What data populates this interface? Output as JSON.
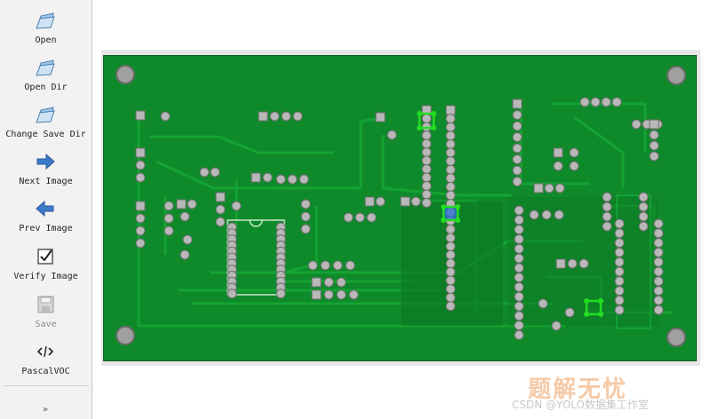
{
  "toolbar": {
    "items": [
      {
        "label": "Open",
        "icon": "open-folder-icon",
        "enabled": true
      },
      {
        "label": "Open Dir",
        "icon": "open-dir-icon",
        "enabled": true
      },
      {
        "label": "Change Save Dir",
        "icon": "change-save-dir-icon",
        "enabled": true
      },
      {
        "label": "Next Image",
        "icon": "arrow-right-icon",
        "enabled": true
      },
      {
        "label": "Prev Image",
        "icon": "arrow-left-icon",
        "enabled": true
      },
      {
        "label": "Verify Image",
        "icon": "checkbox-icon",
        "enabled": true
      },
      {
        "label": "Save",
        "icon": "save-icon",
        "enabled": false
      },
      {
        "label": "PascalVOC",
        "icon": "code-icon",
        "enabled": true
      }
    ],
    "more_glyph": "»"
  },
  "overlay": {
    "watermark": "题解无忧",
    "credit": "CSDN @YOLO数据集工作室"
  },
  "colors": {
    "pcb_green": "#0f8a2a",
    "trace_green": "#13a031",
    "pad": "#b8b8b8",
    "box_green": "#22dd22",
    "box_blue": "#2a6fd6",
    "icon_blue": "#3b7ac9"
  }
}
